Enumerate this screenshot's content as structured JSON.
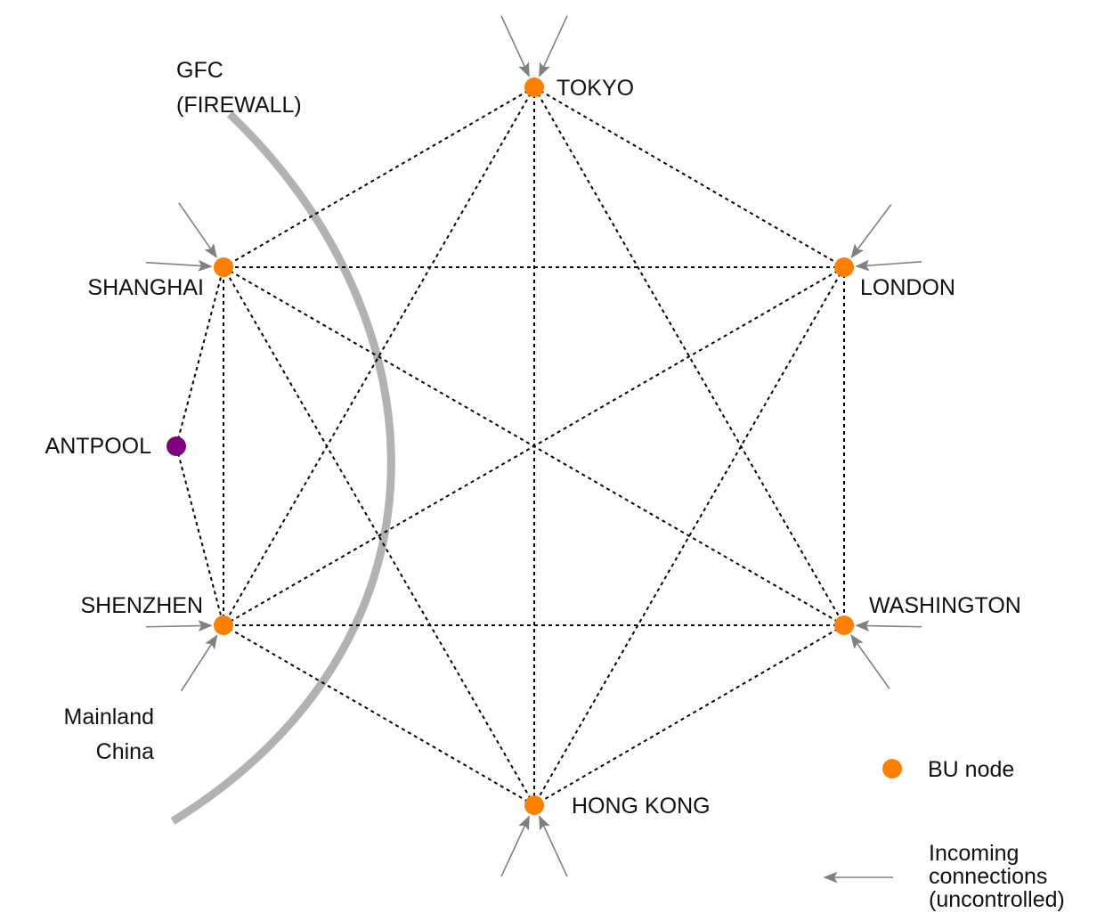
{
  "colors": {
    "bu_node": "#ff8000",
    "antpool_node": "#800080",
    "link": "#000000",
    "firewall_arc": "#b2b2b2",
    "arrow": "#808080",
    "text": "#111111"
  },
  "firewall": {
    "label_line1": "GFC",
    "label_line2": "(FIREWALL)"
  },
  "region_label": {
    "line1": "Mainland",
    "line2": "China"
  },
  "nodes": [
    {
      "id": "tokyo",
      "label": "TOKYO",
      "type": "bu"
    },
    {
      "id": "london",
      "label": "LONDON",
      "type": "bu"
    },
    {
      "id": "washington",
      "label": "WASHINGTON",
      "type": "bu"
    },
    {
      "id": "hongkong",
      "label": "HONG KONG",
      "type": "bu"
    },
    {
      "id": "shenzhen",
      "label": "SHENZHEN",
      "type": "bu"
    },
    {
      "id": "shanghai",
      "label": "SHANGHAI",
      "type": "bu"
    },
    {
      "id": "antpool",
      "label": "ANTPOOL",
      "type": "pool"
    }
  ],
  "links": [
    [
      "tokyo",
      "london"
    ],
    [
      "tokyo",
      "washington"
    ],
    [
      "tokyo",
      "hongkong"
    ],
    [
      "tokyo",
      "shenzhen"
    ],
    [
      "tokyo",
      "shanghai"
    ],
    [
      "london",
      "washington"
    ],
    [
      "london",
      "hongkong"
    ],
    [
      "london",
      "shenzhen"
    ],
    [
      "london",
      "shanghai"
    ],
    [
      "washington",
      "hongkong"
    ],
    [
      "washington",
      "shenzhen"
    ],
    [
      "washington",
      "shanghai"
    ],
    [
      "hongkong",
      "shenzhen"
    ],
    [
      "hongkong",
      "shanghai"
    ],
    [
      "shenzhen",
      "shanghai"
    ],
    [
      "antpool",
      "shanghai"
    ],
    [
      "antpool",
      "shenzhen"
    ]
  ],
  "incoming_connections": {
    "tokyo": 2,
    "london": 2,
    "washington": 2,
    "hongkong": 2,
    "shenzhen": 2,
    "shanghai": 2
  },
  "legend": {
    "bu_node_label": "BU node",
    "incoming_line1": "Incoming",
    "incoming_line2": "connections",
    "incoming_line3": "(uncontrolled)"
  }
}
